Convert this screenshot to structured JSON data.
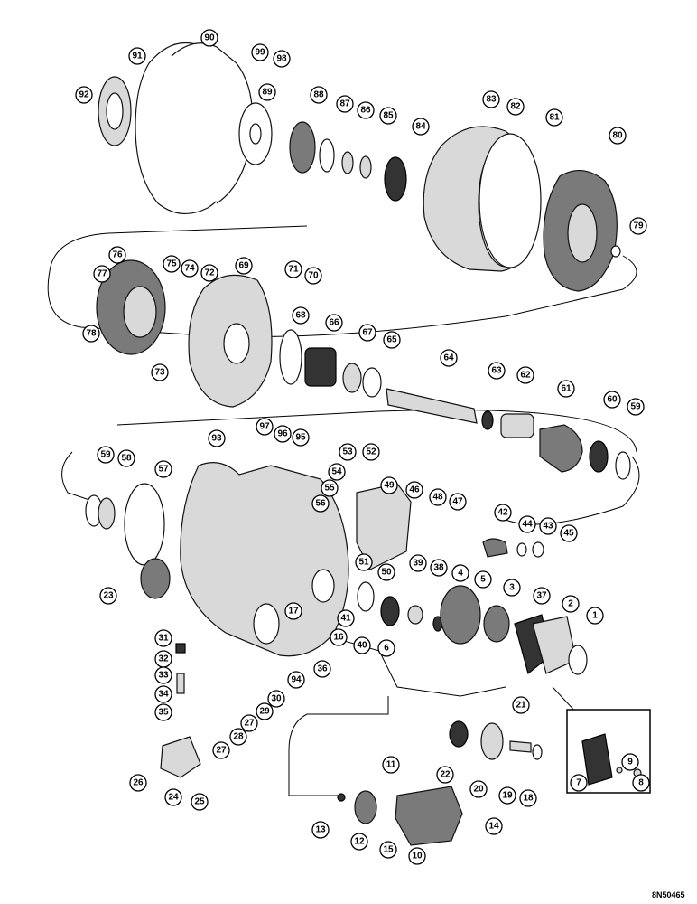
{
  "callouts": [
    "1",
    "2",
    "3",
    "4",
    "5",
    "6",
    "7",
    "8",
    "9",
    "10",
    "11",
    "12",
    "13",
    "14",
    "15",
    "16",
    "17",
    "18",
    "19",
    "20",
    "21",
    "22",
    "23",
    "24",
    "25",
    "26",
    "27",
    "28",
    "29",
    "30",
    "31",
    "32",
    "33",
    "34",
    "35",
    "36",
    "37",
    "38",
    "39",
    "40",
    "41",
    "42",
    "43",
    "44",
    "45",
    "46",
    "47",
    "48",
    "49",
    "50",
    "51",
    "52",
    "53",
    "54",
    "55",
    "56",
    "57",
    "58",
    "59",
    "60",
    "61",
    "62",
    "63",
    "64",
    "65",
    "66",
    "67",
    "68",
    "69",
    "70",
    "71",
    "72",
    "73",
    "74",
    "75",
    "76",
    "77",
    "78",
    "79",
    "80",
    "81",
    "82",
    "83",
    "84",
    "85",
    "86",
    "87",
    "88",
    "89",
    "90",
    "91",
    "92",
    "93",
    "94",
    "95",
    "96",
    "97",
    "98",
    "99"
  ],
  "ref_code": "8N50465"
}
